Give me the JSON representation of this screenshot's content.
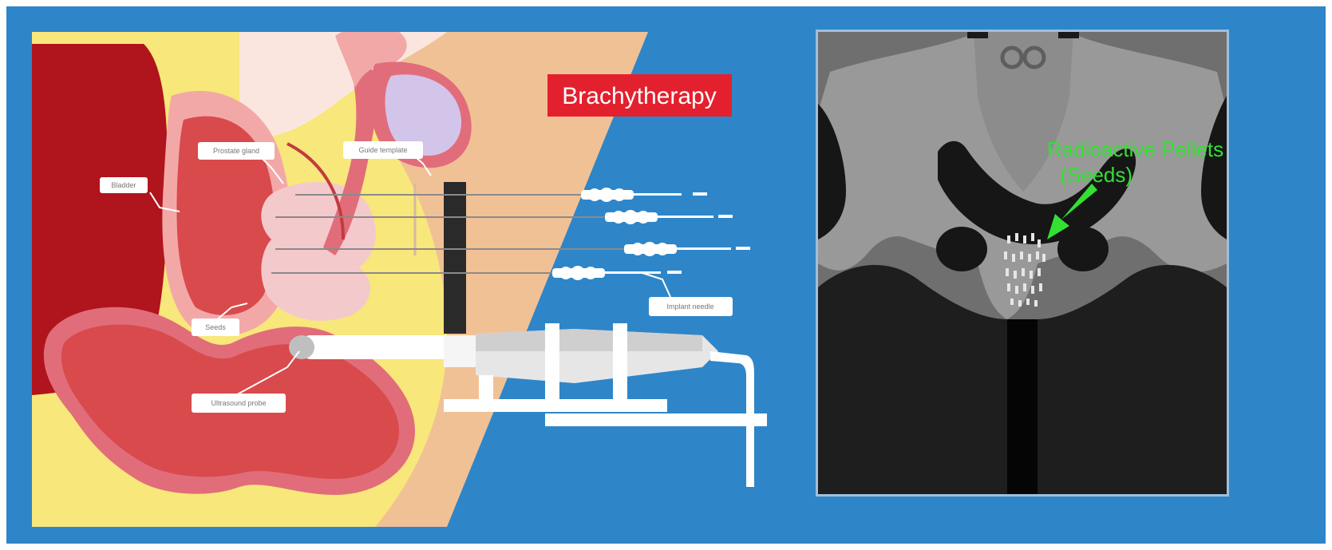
{
  "title": "Brachytherapy",
  "labels": {
    "bladder": "Bladder",
    "prostate_gland": "Prostate gland",
    "guide_template": "Guide template",
    "seeds": "Seeds",
    "implant_needle": "Implant needle",
    "ultrasound_probe": "Ultrasound probe"
  },
  "xray_annotation": {
    "line1": "Radioactive Pellets",
    "line2": "(Seeds)"
  },
  "colors": {
    "background": "#2e86c9",
    "title_bg": "#e3202e",
    "skin": "#f1c196",
    "fat": "#f8e77a",
    "bladder": "#b0141c",
    "organ": "#d94a4c",
    "organ_light": "#f3a8a8",
    "prostate": "#f4c9cc",
    "rectum_purple": "#d3c4ea",
    "annotation": "#33e033",
    "xray_bg": "#6f6f6f"
  }
}
